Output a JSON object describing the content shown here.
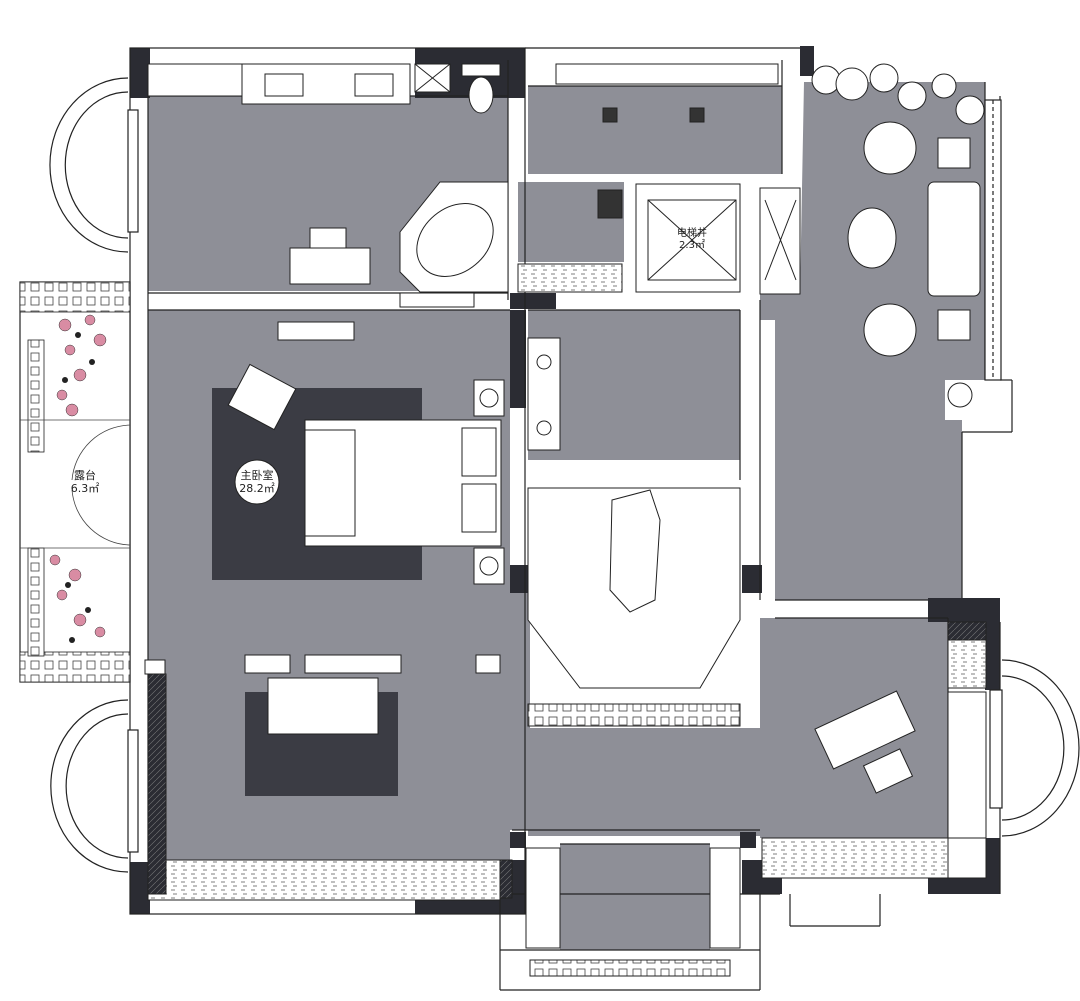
{
  "labels": {
    "master_bedroom": {
      "name": "主卧室",
      "area": "28.2㎡"
    },
    "terrace": {
      "name": "露台",
      "area": "6.3㎡"
    },
    "elevator_shaft": {
      "name": "电梯井",
      "area": "2.3㎡"
    }
  },
  "colors": {
    "floor": "#8e8f97",
    "rug": "#3b3c44",
    "wall": "#2b2c33",
    "line": "#222222",
    "furniture": "#ffffff",
    "flower": "#d98ca3"
  }
}
